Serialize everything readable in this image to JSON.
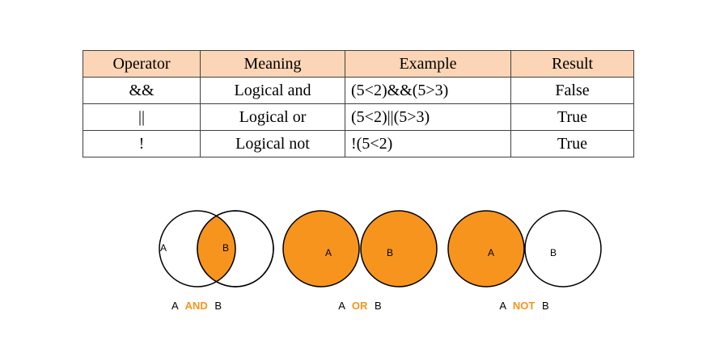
{
  "table": {
    "headers": [
      "Operator",
      "Meaning",
      "Example",
      "Result"
    ],
    "rows": [
      [
        "&&",
        "Logical and",
        "(5<2)&&(5>3)",
        "False"
      ],
      [
        "||",
        "Logical or",
        "(5<2)||(5>3)",
        "True"
      ],
      [
        "!",
        "Logical not",
        "!(5<2)",
        "True"
      ]
    ]
  },
  "venn": {
    "fill_color": "#f7941d",
    "stroke_color": "#000000",
    "and": {
      "label_a": "A",
      "label_b": "B",
      "caption_left": "A",
      "caption_op": "AND",
      "caption_right": "B"
    },
    "or": {
      "label_a": "A",
      "label_b": "B",
      "caption_left": "A",
      "caption_op": "OR",
      "caption_right": "B"
    },
    "not": {
      "label_a": "A",
      "label_b": "B",
      "caption_left": "A",
      "caption_op": "NOT",
      "caption_right": "B"
    }
  }
}
